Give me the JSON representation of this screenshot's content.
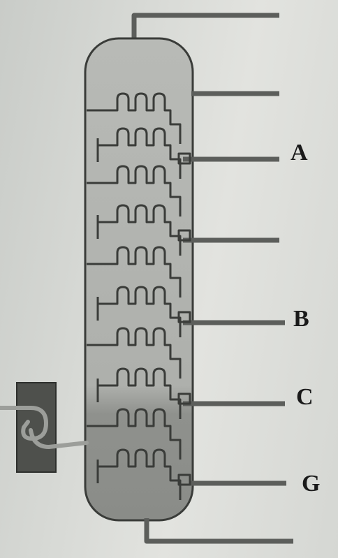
{
  "diagram": {
    "labels": [
      {
        "id": "A",
        "text": "A"
      },
      {
        "id": "B",
        "text": "B"
      },
      {
        "id": "C",
        "text": "C"
      },
      {
        "id": "G",
        "text": "G"
      }
    ],
    "colors": {
      "column_fill": "#b3b5b1",
      "column_bottom_fill": "#8f918d",
      "pipe": "#5c5e5b",
      "outline": "#3a3c39",
      "heater": "#4e504c"
    }
  }
}
